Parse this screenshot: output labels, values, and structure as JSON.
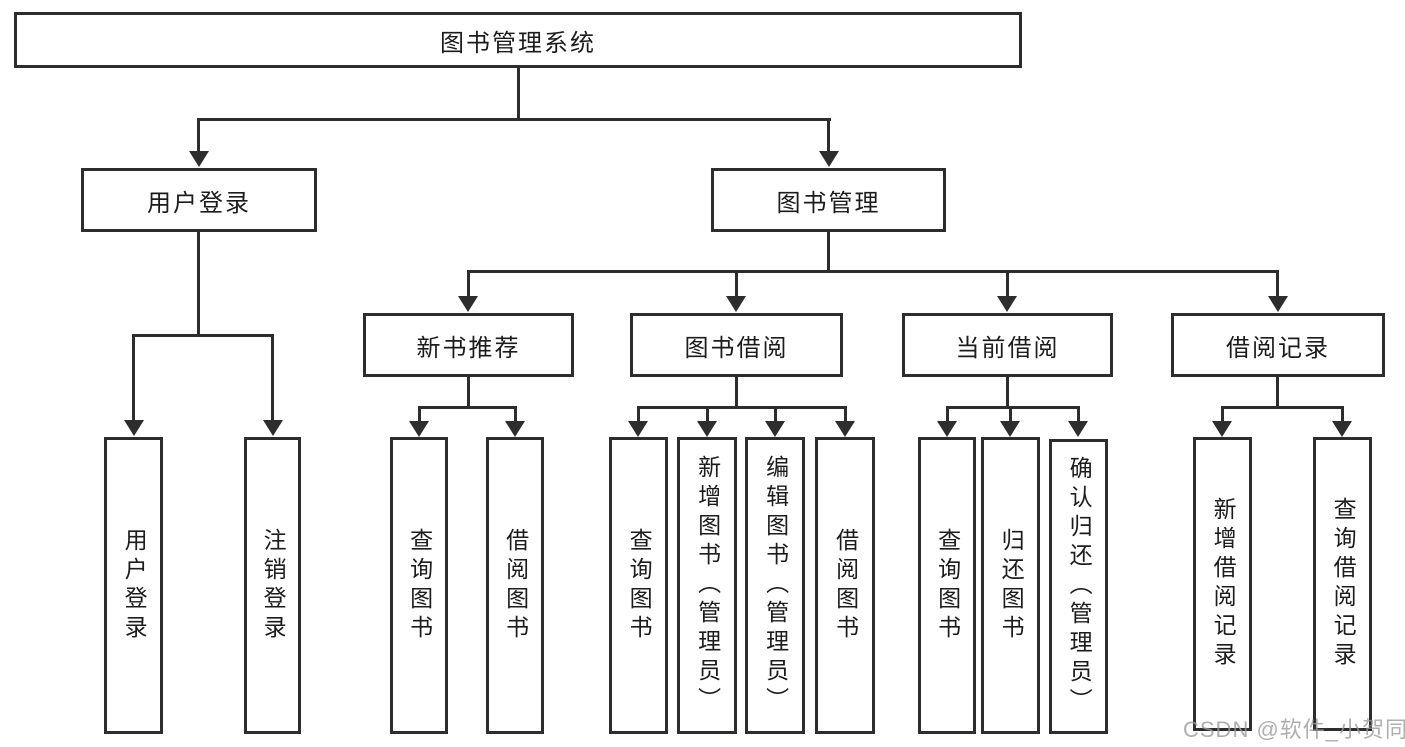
{
  "colors": {
    "line": "#2d2d2d",
    "text": "#1c1c1c",
    "background": "#ffffff",
    "watermark_gray": "#989898"
  },
  "nodes": {
    "root": "图书管理系统",
    "user_login": "用户登录",
    "book_mgmt": "图书管理",
    "new_books": "新书推荐",
    "book_borrow": "图书借阅",
    "current_borrow": "当前借阅",
    "borrow_records": "借阅记录",
    "leaves": {
      "user_login_1": "用户登录",
      "user_login_2": "注销登录",
      "new_books_1": "查询图书",
      "new_books_2": "借阅图书",
      "book_borrow_1": "查询图书",
      "book_borrow_2": "新增图书（管理员）",
      "book_borrow_3": "编辑图书（管理员）",
      "book_borrow_4": "借阅图书",
      "current_borrow_1": "查询图书",
      "current_borrow_2": "归还图书",
      "current_borrow_3": "确认归还（管理员）",
      "borrow_records_1": "新增借阅记录",
      "borrow_records_2": "查询借阅记录"
    }
  },
  "watermark": "CSDN @软件_小贺同学"
}
